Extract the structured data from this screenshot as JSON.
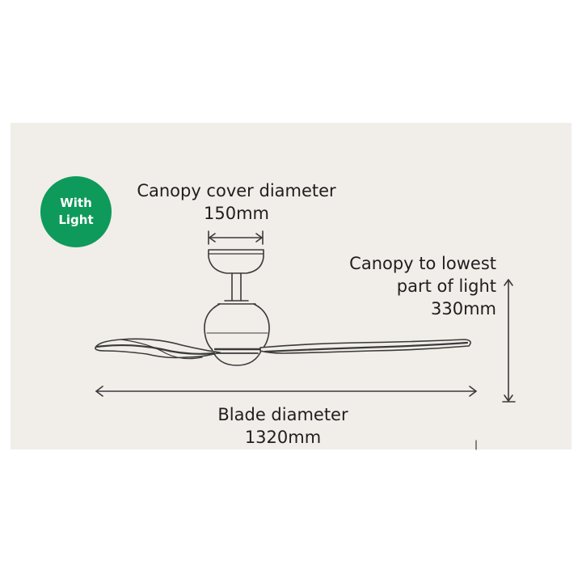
{
  "badge": {
    "line1": "With",
    "line2": "Light",
    "color": "#0e9a5a"
  },
  "dimensions": {
    "canopy_cover": {
      "label": "Canopy cover diameter",
      "value": "150mm"
    },
    "canopy_to_light": {
      "line1": "Canopy to lowest",
      "line2": "part of light",
      "value": "330mm"
    },
    "blade": {
      "label": "Blade diameter",
      "value": "1320mm"
    }
  },
  "colors": {
    "panel": "#f1ede8",
    "line": "#3a3a3a"
  }
}
